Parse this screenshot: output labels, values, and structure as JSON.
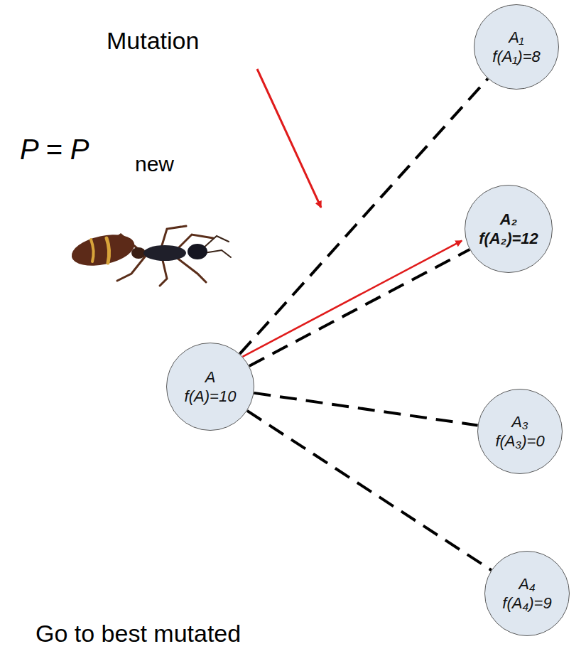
{
  "diagram": {
    "nodes": [
      {
        "text": [
          "A₁",
          "f(A₁)=8"
        ]
      },
      {
        "text": [
          "A₂",
          "f(A₂)=12"
        ]
      },
      {
        "text": [
          "A",
          "f(A)=10"
        ]
      },
      {
        "text": [
          "A₃",
          "f(A₃)=0"
        ]
      },
      {
        "text": [
          "A₄",
          "f(A₄)=9"
        ]
      }
    ],
    "edges": [
      {
        "from": 2,
        "to": 0,
        "arrow": "none"
      },
      {
        "from": 2,
        "to": 1,
        "arrow": "none"
      },
      {
        "from": 2,
        "to": 3,
        "arrow": "none"
      },
      {
        "from": 2,
        "to": 4,
        "arrow": "none"
      },
      {
        "from": 2,
        "to": 1,
        "arrow": "to"
      }
    ],
    "labels": [
      "Mutation",
      "P = P",
      "new",
      "Go to best mutated"
    ]
  }
}
